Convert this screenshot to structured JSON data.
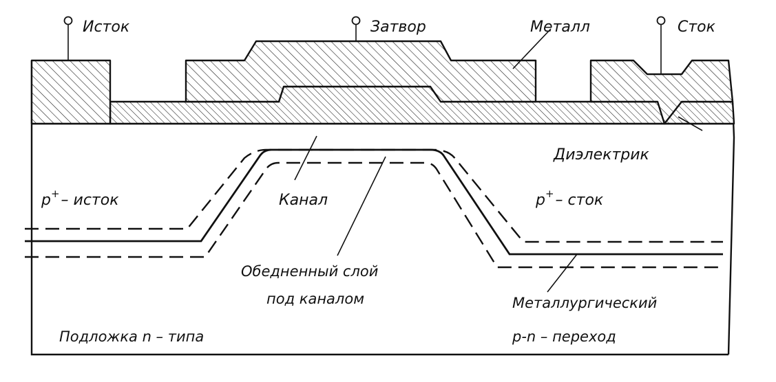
{
  "labels": {
    "source_terminal": "Исток",
    "gate_terminal": "Затвор",
    "metal": "Металл",
    "drain_terminal": "Сток",
    "dielectric": "Диэлектрик",
    "source_region_prefix": "p",
    "source_region_sup": "+",
    "source_region_suffix": "– исток",
    "channel": "Канал",
    "drain_region_prefix": "p",
    "drain_region_sup": "+",
    "drain_region_suffix": "– сток",
    "depletion_line1": "Обедненный  слой",
    "depletion_line2": "под  каналом",
    "junction_line1": "Металлургический",
    "junction_line2": "p-n – переход",
    "substrate": "Подложка   n – типа"
  }
}
